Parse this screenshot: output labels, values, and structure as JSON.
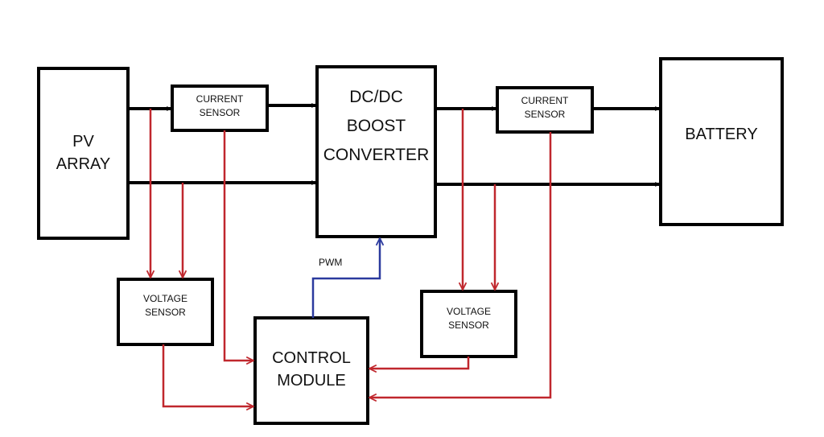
{
  "blocks": {
    "pv_array": {
      "lines": [
        "PV",
        "ARRAY"
      ]
    },
    "current_sensor_in": {
      "lines": [
        "CURRENT",
        "SENSOR"
      ]
    },
    "boost_converter": {
      "lines": [
        "DC/DC",
        "BOOST",
        "CONVERTER"
      ]
    },
    "current_sensor_out": {
      "lines": [
        "CURRENT",
        "SENSOR"
      ]
    },
    "battery": {
      "lines": [
        "BATTERY"
      ]
    },
    "voltage_sensor_in": {
      "lines": [
        "VOLTAGE",
        "SENSOR"
      ]
    },
    "control_module": {
      "lines": [
        "CONTROL",
        "MODULE"
      ]
    },
    "voltage_sensor_out": {
      "lines": [
        "VOLTAGE",
        "SENSOR"
      ]
    }
  },
  "signals": {
    "pwm_label": "PWM"
  },
  "colors": {
    "power_line": "#000000",
    "sensor_line": "#c0272d",
    "pwm_line": "#2b3a9e",
    "box_border": "#000000"
  }
}
